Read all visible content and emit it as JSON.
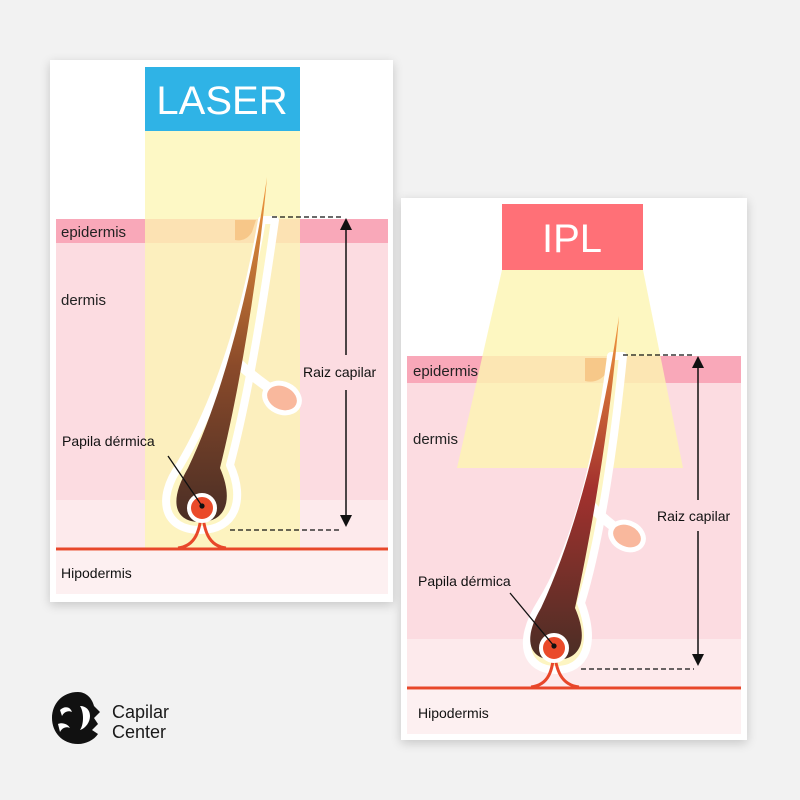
{
  "panels": {
    "laser": {
      "title": "LASER",
      "title_color": "#2fb3e6",
      "layers": {
        "epidermis": "epidermis",
        "dermis": "dermis",
        "hipodermis": "Hipodermis"
      },
      "root_label": "Raiz capilar",
      "papilla_label": "Papila dérmica"
    },
    "ipl": {
      "title": "IPL",
      "title_color": "#ff7077",
      "layers": {
        "epidermis": "epidermis",
        "dermis": "dermis",
        "hipodermis": "Hipodermis"
      },
      "root_label": "Raiz capilar",
      "papilla_label": "Papila dérmica"
    }
  },
  "colors": {
    "epidermis": "#f9a8b9",
    "dermis": "#fcdce1",
    "lower_dermis": "#fdeaec",
    "hipodermis": "#fdf0f1",
    "light_beam": "#fcf5b2",
    "vessel": "#e8472a",
    "papilla": "#ea4a2a"
  },
  "logo": {
    "line1": "Capilar",
    "line2": "Center"
  }
}
